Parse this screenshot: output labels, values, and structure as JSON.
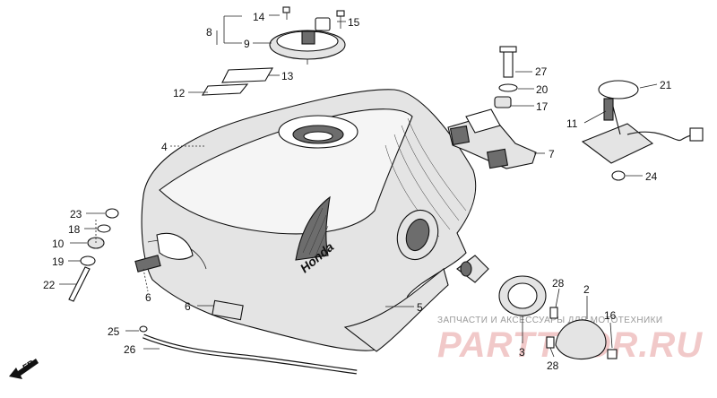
{
  "diagram": {
    "callouts": {
      "c2": "2",
      "c3": "3",
      "c4": "4",
      "c5": "5",
      "c6a": "6",
      "c6b": "6",
      "c7": "7",
      "c8": "8",
      "c9": "9",
      "c10": "10",
      "c11": "11",
      "c12": "12",
      "c13": "13",
      "c14": "14",
      "c15": "15",
      "c16": "16",
      "c17": "17",
      "c18": "18",
      "c19": "19",
      "c20": "20",
      "c21": "21",
      "c22": "22",
      "c23": "23",
      "c24": "24",
      "c25": "25",
      "c26": "26",
      "c27": "27",
      "c28a": "28",
      "c28b": "28"
    },
    "direction_label": "FR.",
    "tank_emblem": "Honda"
  },
  "watermark": {
    "tagline": "ЗАПЧАСТИ И АКСЕССУАРЫ ДЛЯ МОТОТЕХНИКИ",
    "brand": "PARTTYOR.RU",
    "color": "#f1c9c9"
  }
}
